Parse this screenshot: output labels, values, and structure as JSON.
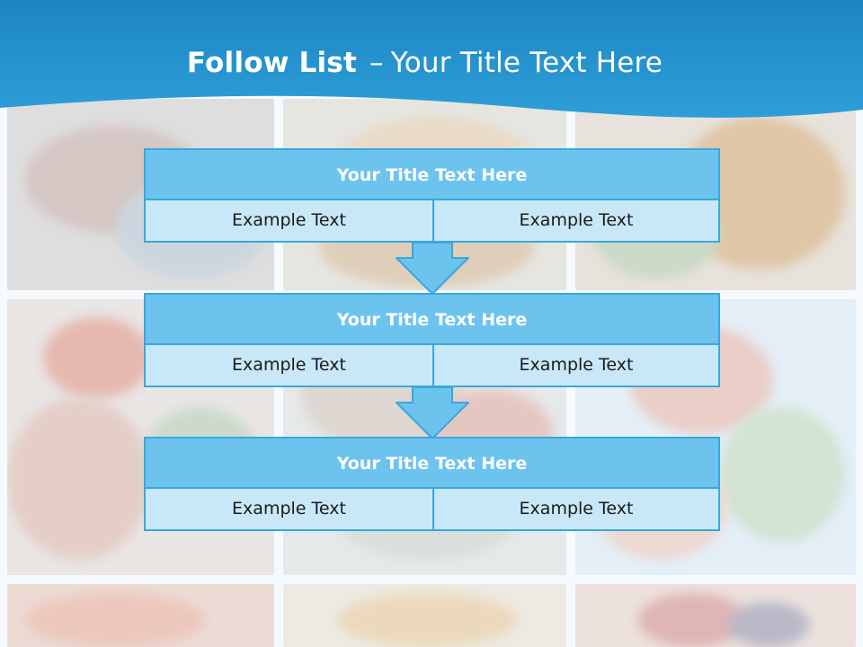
{
  "slide": {
    "title_bold": "Follow List",
    "title_dash": "–",
    "title_rest": "Your Title Text Here"
  },
  "colors": {
    "header": "#1f8fcb",
    "accent_border": "#3aa7dc",
    "title_row": "#6cc4ee",
    "body_row": "#c9e8f7"
  },
  "background": {
    "description_icon": "food-photo-collage-image"
  },
  "steps": [
    {
      "title": "Your Title Text Here",
      "left": "Example Text",
      "right": "Example Text"
    },
    {
      "title": "Your Title Text Here",
      "left": "Example Text",
      "right": "Example Text"
    },
    {
      "title": "Your Title Text Here",
      "left": "Example Text",
      "right": "Example Text"
    }
  ],
  "connector_icon": "down-arrow-icon"
}
